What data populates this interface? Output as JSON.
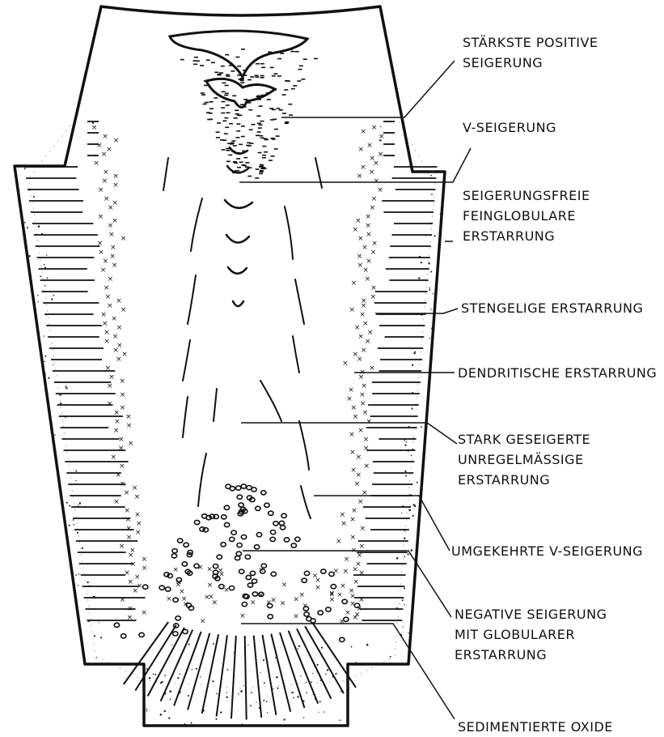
{
  "title": "",
  "labels": [
    {
      "id": "positive-segregation",
      "lines": [
        "STÄRKSTE POSITIVE",
        "SEIGERUNG"
      ]
    },
    {
      "id": "v-segregation",
      "lines": [
        "V-SEIGERUNG"
      ]
    },
    {
      "id": "segregation-free",
      "lines": [
        "SEIGERUNGSFREIE",
        "FEINGLOBULARE",
        "ERSTARRUNG"
      ]
    },
    {
      "id": "columnar",
      "lines": [
        "STENGELIGE ERSTARRUNG"
      ]
    },
    {
      "id": "dendritic",
      "lines": [
        "DENDRITISCHE ERSTARRUNG"
      ]
    },
    {
      "id": "irregular",
      "lines": [
        "STARK GESEIGERTE",
        "UNREGELMÄSSIGE",
        "ERSTARRUNG"
      ]
    },
    {
      "id": "inverse-v",
      "lines": [
        "UMGEKEHRTE V-SEIGERUNG"
      ]
    },
    {
      "id": "negative-segregation",
      "lines": [
        "NEGATIVE SEIGERUNG",
        "MIT GLOBULARER",
        "ERSTARRUNG"
      ]
    },
    {
      "id": "sediment",
      "lines": [
        "SEDIMENTIERTE OXIDE"
      ]
    }
  ],
  "colors": {
    "ink": "#111111",
    "background": "#ffffff"
  }
}
